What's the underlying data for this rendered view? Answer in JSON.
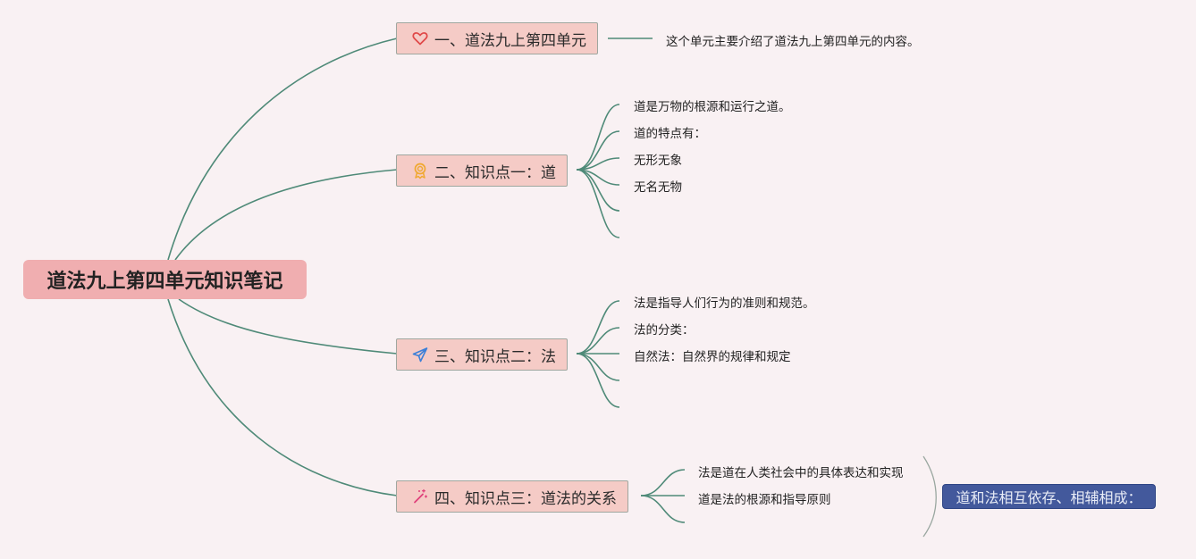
{
  "root": {
    "label": "道法九上第四单元知识笔记"
  },
  "branches": [
    {
      "label": "一、道法九上第四单元",
      "icon": "heart-icon",
      "items": [
        "这个单元主要介绍了道法九上第四单元的内容。"
      ]
    },
    {
      "label": "二、知识点一：道",
      "icon": "award-ribbon-icon",
      "items": [
        "道是万物的根源和运行之道。",
        "道的特点有：",
        "无形无象",
        "无名无物",
        "",
        ""
      ]
    },
    {
      "label": "三、知识点二：法",
      "icon": "paper-plane-icon",
      "items": [
        "法是指导人们行为的准则和规范。",
        "法的分类：",
        "自然法：自然界的规律和规定",
        "",
        ""
      ]
    },
    {
      "label": "四、知识点三：道法的关系",
      "icon": "magic-wand-icon",
      "items": [
        "法是道在人类社会中的具体表达和实现",
        "道是法的根源和指导原则",
        ""
      ]
    }
  ],
  "summary": {
    "label": "道和法相互依存、相辅相成："
  },
  "colors": {
    "background": "#f9f1f3",
    "connector": "#4f8a78",
    "root_fill": "#f0aeb0",
    "branch_fill": "#f5cbc6",
    "summary_fill": "#43599c",
    "heart": "#e04848",
    "award": "#f0a830",
    "plane": "#3b7fd8",
    "wand": "#e0407a"
  }
}
